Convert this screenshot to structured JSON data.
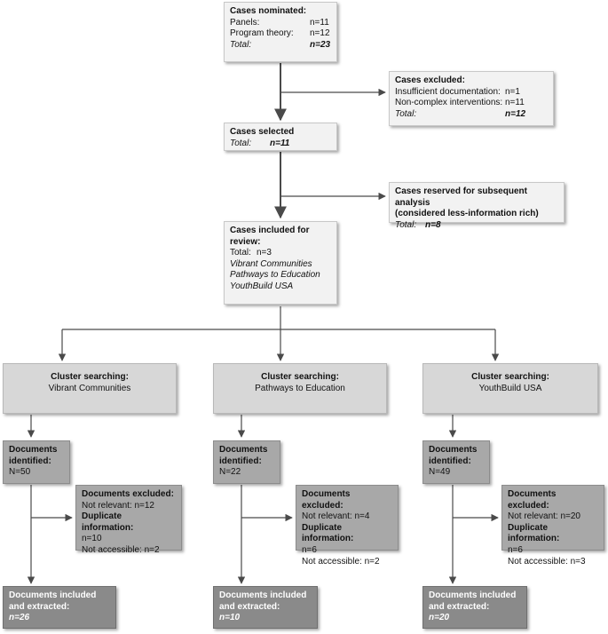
{
  "nominated": {
    "title": "Cases nominated:",
    "rows": [
      {
        "label": "Panels:",
        "value": "n=11"
      },
      {
        "label": "Program theory:",
        "value": "n=12"
      },
      {
        "label": "Total:",
        "value": "n=23"
      }
    ]
  },
  "excluded": {
    "title": "Cases excluded:",
    "rows": [
      {
        "label": "Insufficient documentation:",
        "value": "n=1"
      },
      {
        "label": "Non-complex interventions:",
        "value": "n=11"
      },
      {
        "label": "Total:",
        "value": "n=12"
      }
    ]
  },
  "selected": {
    "title": "Cases selected",
    "total_label": "Total:",
    "total_value": "n=11"
  },
  "reserved": {
    "title_line1": "Cases reserved for subsequent analysis",
    "title_line2": "(considered less-information rich)",
    "total_label": "Total:",
    "total_value": "n=8"
  },
  "included": {
    "title_line1": "Cases included for",
    "title_line2": "review:",
    "total_label": "Total:",
    "total_value": "n=3",
    "cases": [
      "Vibrant Communities",
      "Pathways to Education",
      "YouthBuild USA"
    ]
  },
  "clusters": [
    {
      "search_title": "Cluster searching:",
      "search_name": "Vibrant Communities",
      "identified_line1": "Documents",
      "identified_line2": "identified:",
      "identified_value": "N=50",
      "excluded_title": "Documents excluded:",
      "not_relevant": "Not relevant: n=12",
      "duplicate_label": "Duplicate information:",
      "duplicate_value": "n=10",
      "not_accessible": "Not accessible: n=2",
      "final_line1": "Documents included",
      "final_line2": "and extracted:",
      "final_value": "n=26"
    },
    {
      "search_title": "Cluster searching:",
      "search_name": "Pathways to Education",
      "identified_line1": "Documents",
      "identified_line2": "identified:",
      "identified_value": "N=22",
      "excluded_title": "Documents excluded:",
      "not_relevant": "Not relevant: n=4",
      "duplicate_label": "Duplicate information:",
      "duplicate_value": "n=6",
      "not_accessible": "Not accessible: n=2",
      "final_line1": "Documents included",
      "final_line2": "and extracted:",
      "final_value": "n=10"
    },
    {
      "search_title": "Cluster searching:",
      "search_name": "YouthBuild USA",
      "identified_line1": "Documents",
      "identified_line2": "identified:",
      "identified_value": "N=49",
      "excluded_title": "Documents excluded:",
      "not_relevant": "Not relevant: n=20",
      "duplicate_label": "Duplicate information:",
      "duplicate_value": "n=6",
      "not_accessible": "Not accessible: n=3",
      "final_line1": "Documents included",
      "final_line2": "and extracted:",
      "final_value": "n=20"
    }
  ]
}
